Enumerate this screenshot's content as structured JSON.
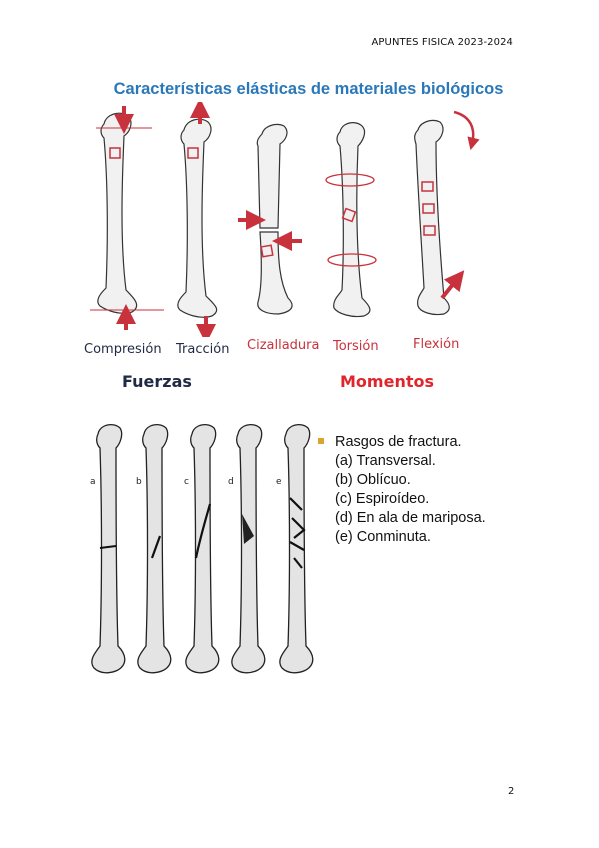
{
  "header": {
    "text": "APUNTES FISICA 2023-2024"
  },
  "page_number": "2",
  "figure1": {
    "title": "Características elásticas de materiales biológicos",
    "labels": [
      "Compresión",
      "Tracción",
      "Cizalladura",
      "Torsión",
      "Flexión"
    ],
    "groups": {
      "forces": "Fuerzas",
      "moments": "Momentos"
    },
    "colors": {
      "title": "#2a78b9",
      "arrow": "#c8323c",
      "dark_label": "#1f2a44"
    }
  },
  "fractures": {
    "heading": "Rasgos de fractura.",
    "items": [
      "(a) Transversal.",
      "(b) Oblícuo.",
      "(c) Espiroídeo.",
      "(d) En ala de mariposa.",
      "(e) Conminuta."
    ],
    "letters": [
      "a",
      "b",
      "c",
      "d",
      "e"
    ]
  }
}
